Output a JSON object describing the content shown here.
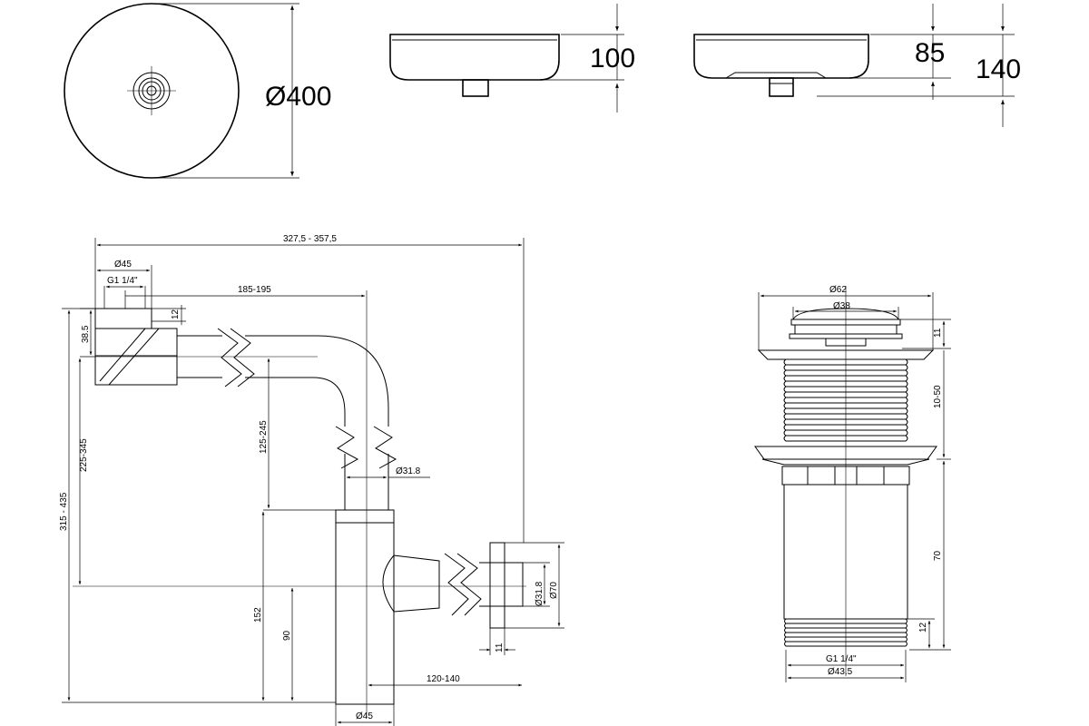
{
  "basin": {
    "diameter_label": "Ø400",
    "height_left_label": "100",
    "height_inner_label": "85",
    "height_total_label": "140"
  },
  "siphon": {
    "overall_width": "327,5 - 357,5",
    "inlet_diameter": "Ø45",
    "inlet_thread": "G1 1/4\"",
    "horizontal_reach": "185-195",
    "nut_height": "12",
    "inlet_height": "38.5",
    "height_total": "315 - 435",
    "height_mid": "225-345",
    "riser_adjust": "125-245",
    "tube_diameter": "Ø31.8",
    "outlet_diameter": "Ø31.8",
    "flange_diameter": "Ø70",
    "flange_thickness": "11",
    "height_152": "152",
    "height_90": "90",
    "outlet_reach": "120-140",
    "body_diameter": "Ø45"
  },
  "drain": {
    "cap_diameter": "Ø62",
    "inner_diameter": "Ø38",
    "cap_height": "11",
    "adjust_range": "10-50",
    "body_length": "70",
    "thread_height": "12",
    "thread_label": "G1 1/4\"",
    "outer_diameter": "Ø43.5"
  }
}
